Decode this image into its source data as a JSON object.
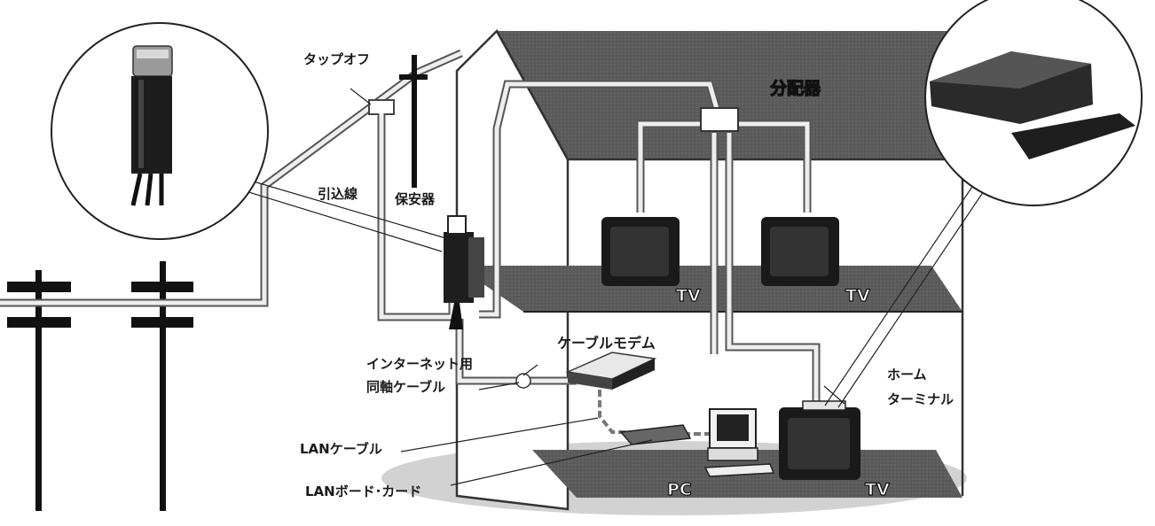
{
  "labels": {
    "tap_off": "タップオフ",
    "drop_line": "引込線",
    "protector": "保安器",
    "splitter": "分配器",
    "tv_upper_left": "TV",
    "tv_upper_right": "TV",
    "cable_modem": "ケーブルモデム",
    "coax_line1": "インターネット用",
    "coax_line2": "同軸ケーブル",
    "lan_cable": "LANケーブル",
    "lan_board": "LANボード･カード",
    "pc": "PC",
    "tv_lower": "TV",
    "home_terminal_line1": "ホーム",
    "home_terminal_line2": "ターミナル"
  }
}
